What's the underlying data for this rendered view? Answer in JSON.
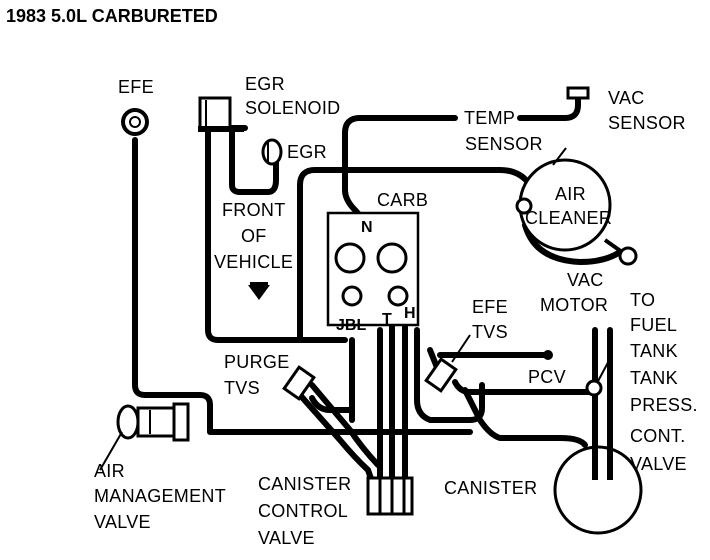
{
  "title": "1983 5.0L CARBURETED",
  "labels": {
    "efe": "EFE",
    "egr_solenoid_1": "EGR",
    "egr_solenoid_2": "SOLENOID",
    "egr": "EGR",
    "vac_sensor_1": "VAC",
    "vac_sensor_2": "SENSOR",
    "temp_sensor_1": "TEMP",
    "temp_sensor_2": "SENSOR",
    "carb": "CARB",
    "carb_port_n": "N",
    "carb_ports_jbl": "JBL",
    "carb_port_t": "T",
    "carb_port_h": "H",
    "front_of_vehicle_1": "FRONT",
    "front_of_vehicle_2": "OF",
    "front_of_vehicle_3": "VEHICLE",
    "air_cleaner_1": "AIR",
    "air_cleaner_2": "CLEANER",
    "vac_motor_1": "VAC",
    "vac_motor_2": "MOTOR",
    "to_fuel_tank_1": "TO",
    "to_fuel_tank_2": "FUEL",
    "to_fuel_tank_3": "TANK",
    "efe_tvs_1": "EFE",
    "efe_tvs_2": "TVS",
    "purge_tvs_1": "PURGE",
    "purge_tvs_2": "TVS",
    "pcv": "PCV",
    "tank_press_1": "TANK",
    "tank_press_2": "PRESS.",
    "tank_press_3": "CONT.",
    "tank_press_4": "VALVE",
    "air_mgmt_1": "AIR",
    "air_mgmt_2": "MANAGEMENT",
    "air_mgmt_3": "VALVE",
    "canister_ctrl_1": "CANISTER",
    "canister_ctrl_2": "CONTROL",
    "canister_ctrl_3": "VALVE",
    "canister": "CANISTER"
  }
}
